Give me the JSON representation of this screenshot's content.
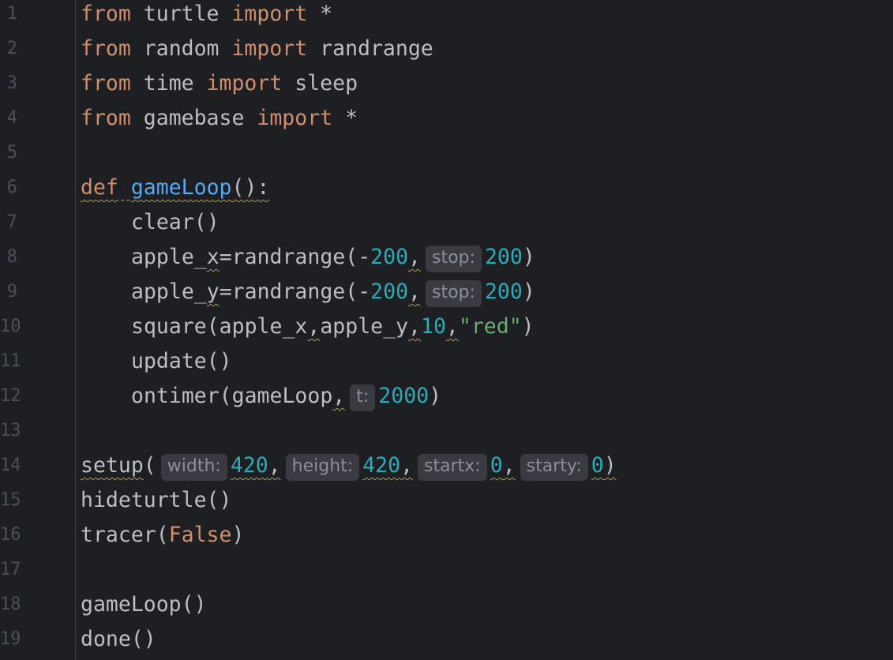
{
  "editor": {
    "lines": [
      {
        "num": "1",
        "tokens": [
          {
            "t": "from",
            "c": "kw"
          },
          {
            "t": " turtle "
          },
          {
            "t": "import",
            "c": "kw"
          },
          {
            "t": " *"
          }
        ]
      },
      {
        "num": "2",
        "tokens": [
          {
            "t": "from",
            "c": "kw"
          },
          {
            "t": " random "
          },
          {
            "t": "import",
            "c": "kw"
          },
          {
            "t": " randrange"
          }
        ]
      },
      {
        "num": "3",
        "tokens": [
          {
            "t": "from",
            "c": "kw"
          },
          {
            "t": " time "
          },
          {
            "t": "import",
            "c": "kw"
          },
          {
            "t": " sleep"
          }
        ]
      },
      {
        "num": "4",
        "tokens": [
          {
            "t": "from",
            "c": "kw"
          },
          {
            "t": " gamebase "
          },
          {
            "t": "import",
            "c": "kw"
          },
          {
            "t": " *"
          }
        ]
      },
      {
        "num": "5",
        "tokens": []
      },
      {
        "num": "6",
        "tokens": [
          {
            "t": "def",
            "c": "kw",
            "w": true
          },
          {
            "t": " ",
            "w": true
          },
          {
            "t": "gameLoop",
            "c": "fn",
            "w": true
          },
          {
            "t": "():",
            "w": true
          }
        ]
      },
      {
        "num": "7",
        "indent": true,
        "tokens": [
          {
            "t": "clear()"
          }
        ]
      },
      {
        "num": "8",
        "indent": true,
        "tokens": [
          {
            "t": "apple_"
          },
          {
            "t": "x",
            "w": true
          },
          {
            "t": "=randrange(-"
          },
          {
            "t": "200",
            "c": "num"
          },
          {
            "t": ",",
            "w": true
          },
          {
            "hint": "stop:"
          },
          {
            "t": "200",
            "c": "num"
          },
          {
            "t": ")"
          }
        ]
      },
      {
        "num": "9",
        "indent": true,
        "tokens": [
          {
            "t": "apple_"
          },
          {
            "t": "y",
            "w": true
          },
          {
            "t": "=randrange(-"
          },
          {
            "t": "200",
            "c": "num"
          },
          {
            "t": ",",
            "w": true
          },
          {
            "hint": "stop:"
          },
          {
            "t": "200",
            "c": "num"
          },
          {
            "t": ")"
          }
        ]
      },
      {
        "num": "10",
        "indent": true,
        "tokens": [
          {
            "t": "square(apple_x"
          },
          {
            "t": ",",
            "w": true
          },
          {
            "t": "apple_y"
          },
          {
            "t": ",",
            "w": true
          },
          {
            "t": "10",
            "c": "num"
          },
          {
            "t": ",",
            "w": true
          },
          {
            "t": "\"red\"",
            "c": "str"
          },
          {
            "t": ")"
          }
        ]
      },
      {
        "num": "11",
        "indent": true,
        "tokens": [
          {
            "t": "update()"
          }
        ]
      },
      {
        "num": "12",
        "indent": true,
        "tokens": [
          {
            "t": "ontimer(gameLoop"
          },
          {
            "t": ",",
            "w": true
          },
          {
            "hint": "t:"
          },
          {
            "t": "2000",
            "c": "num"
          },
          {
            "t": ")"
          }
        ]
      },
      {
        "num": "13",
        "tokens": []
      },
      {
        "num": "14",
        "tokens": [
          {
            "t": "setup",
            "w": true
          },
          {
            "t": "("
          },
          {
            "hint": "width:"
          },
          {
            "t": "420",
            "c": "num",
            "w": true
          },
          {
            "t": ",",
            "w": true
          },
          {
            "hint": "height:"
          },
          {
            "t": "420",
            "c": "num",
            "w": true
          },
          {
            "t": ",",
            "w": true
          },
          {
            "hint": "startx:"
          },
          {
            "t": "0",
            "c": "num",
            "w": true
          },
          {
            "t": ",",
            "w": true
          },
          {
            "hint": "starty:"
          },
          {
            "t": "0",
            "c": "num",
            "w": true
          },
          {
            "t": ")",
            "w": true
          }
        ]
      },
      {
        "num": "15",
        "tokens": [
          {
            "t": "hideturtle()"
          }
        ]
      },
      {
        "num": "16",
        "tokens": [
          {
            "t": "tracer("
          },
          {
            "t": "False",
            "c": "kw"
          },
          {
            "t": ")"
          }
        ]
      },
      {
        "num": "17",
        "tokens": []
      },
      {
        "num": "18",
        "tokens": [
          {
            "t": "gameLoop()"
          }
        ]
      },
      {
        "num": "19",
        "tokens": [
          {
            "t": "done()"
          }
        ]
      }
    ]
  },
  "colors": {
    "background": "#1e1f22",
    "keyword": "#cf8e6d",
    "function": "#56a8f5",
    "number": "#2aacb8",
    "string": "#6aab73",
    "text": "#bcbec4",
    "line_number": "#4b5059",
    "hint_bg": "#393b40",
    "hint_text": "#8c8f96",
    "warning_underline": "#b59b4a"
  }
}
